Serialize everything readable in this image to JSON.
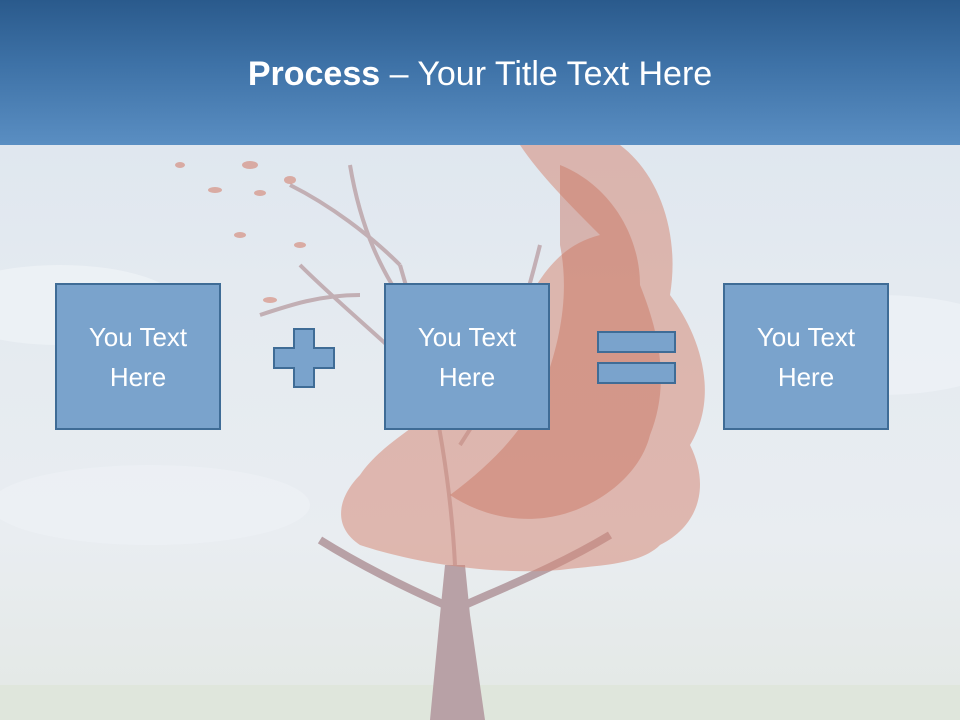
{
  "header": {
    "title_bold": "Process",
    "title_rest": " – Your Title Text Here"
  },
  "process": {
    "boxes": [
      {
        "text": "You Text\nHere"
      },
      {
        "text": "You Text\nHere"
      },
      {
        "text": "You Text\nHere"
      }
    ]
  },
  "colors": {
    "header": "#3e72a7",
    "box_fill": "#7aa3cc",
    "box_border": "#3f6c96",
    "tree_leaves": "#c8705e"
  },
  "icons": [
    "plus-icon",
    "equals-icon",
    "tree-illustration"
  ]
}
